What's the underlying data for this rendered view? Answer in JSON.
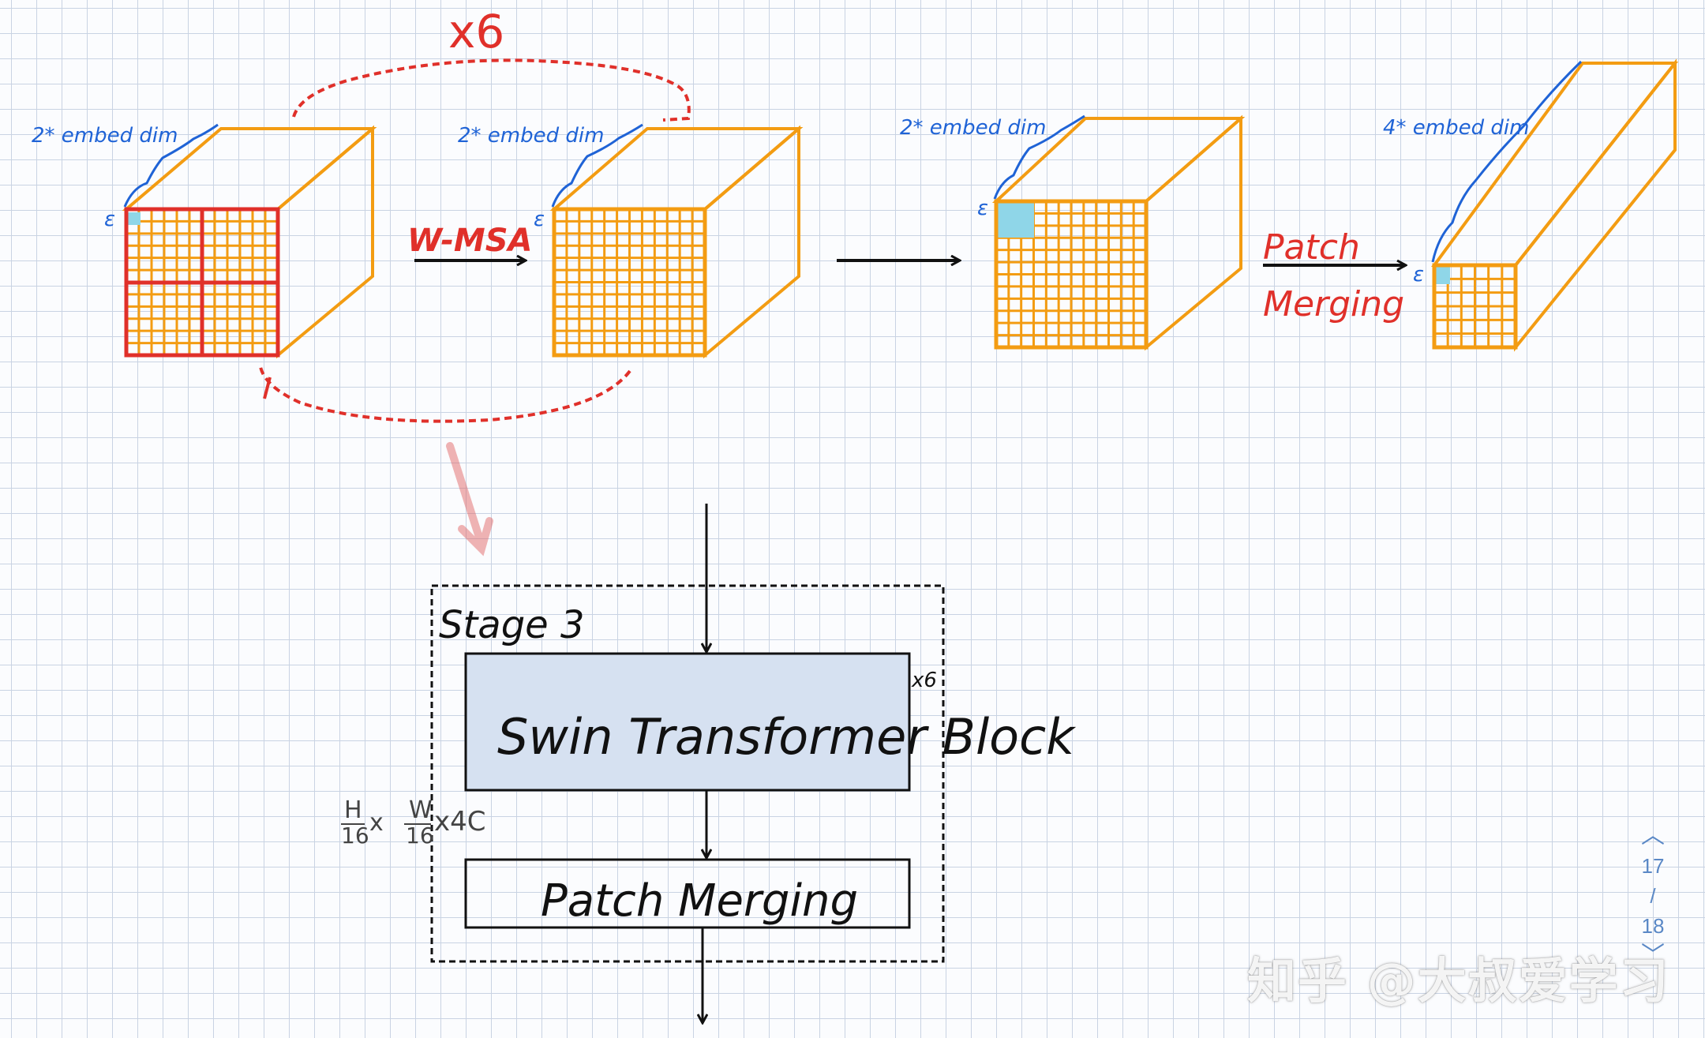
{
  "annotations": {
    "repeat_top": "x6",
    "embed1": "2* embed dim",
    "embed2": "2* embed dim",
    "embed3": "2* embed dim",
    "embed4": "4* embed dim",
    "wmsa": "W-MSA",
    "patch_merging_line1": "Patch",
    "patch_merging_line2": "Merging"
  },
  "stage": {
    "label": "Stage 3",
    "block_label": "Swin Transformer Block",
    "repeat": "x6",
    "merge_label": "Patch Merging",
    "size_label_h_num": "H",
    "size_label_h_den": "16",
    "size_label_w_num": "W",
    "size_label_w_den": "16",
    "size_label_tail": "x4C",
    "times": "x"
  },
  "pager": {
    "up": "︿",
    "current": "17",
    "sep": "/",
    "total": "18",
    "down": "﹀"
  },
  "watermark": "知乎 @大叔爱学习",
  "colors": {
    "orange": "#f39c12",
    "red": "#e0302a",
    "blue": "#1f63d6",
    "cyan": "#8fd6e8",
    "block_fill": "#d6e1f1"
  }
}
